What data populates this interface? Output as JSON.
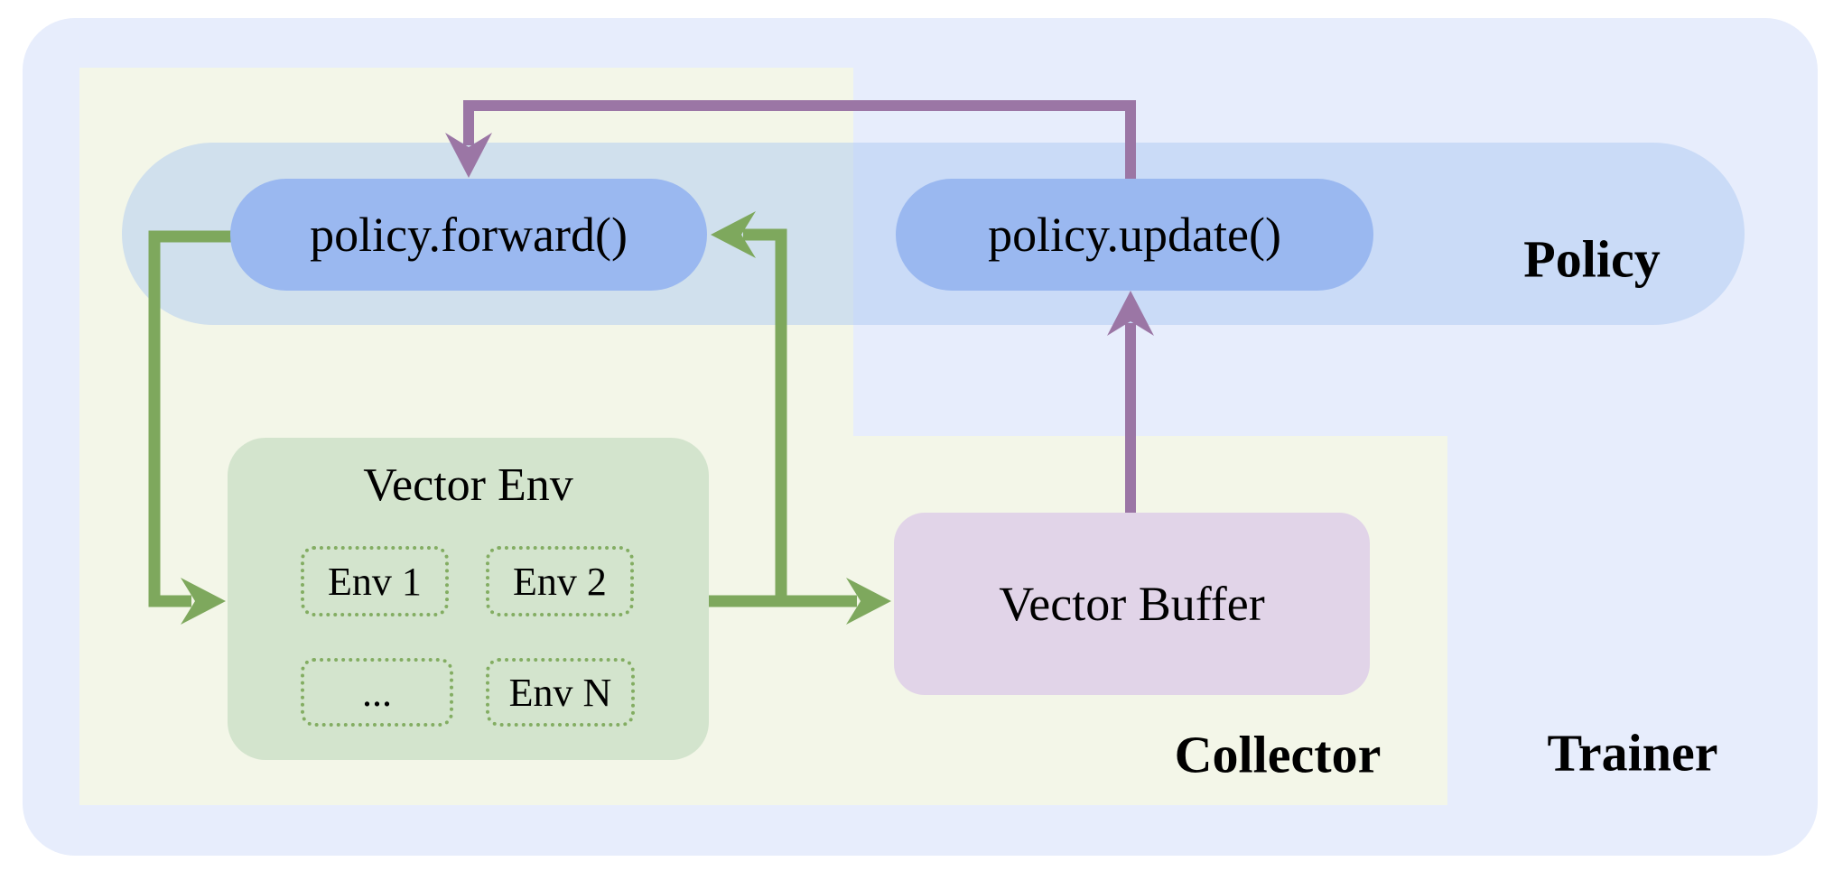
{
  "diagram": {
    "regions": {
      "trainer_label": "Trainer",
      "collector_label": "Collector",
      "policy_label": "Policy"
    },
    "nodes": {
      "policy_forward": "policy.forward()",
      "policy_update": "policy.update()",
      "vector_env": {
        "title": "Vector Env",
        "envs": [
          "Env 1",
          "Env 2",
          "...",
          "Env N"
        ]
      },
      "vector_buffer": "Vector Buffer"
    },
    "colors": {
      "trainer_bg": "#e7edfc",
      "collector_bg": "#f3f6e8",
      "policy_band_bg": "#cdddf6",
      "pill_bg": "#9ab8f0",
      "vector_env_bg": "#d3e4cd",
      "env_dotted_border": "#83ad62",
      "vector_buffer_bg": "#e1d4e8",
      "green_arrow": "#7ea85d",
      "purple_arrow": "#9b76a5",
      "text": "#000000"
    }
  }
}
